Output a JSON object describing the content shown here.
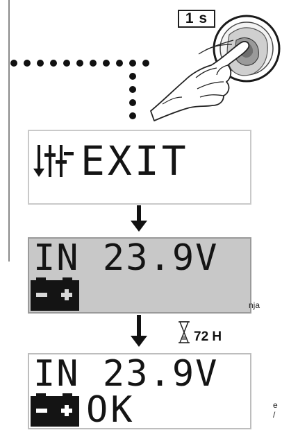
{
  "step_badge": "1 s",
  "screens": {
    "exit": {
      "text": "EXIT",
      "icon": "adjust-sliders-icon"
    },
    "input": {
      "text": "IN 23.9V",
      "icon": "battery-icon",
      "backlight": "on"
    },
    "status": {
      "text": "IN 23.9V",
      "status": "OK",
      "icon": "battery-icon",
      "backlight": "off"
    }
  },
  "timer": {
    "label": "72 H",
    "icon": "hourglass-icon"
  },
  "side_text": {
    "a": "nja",
    "b": "e /"
  },
  "colors": {
    "lcd_lit": "#c8c8c8",
    "lcd_off": "#ffffff",
    "ink": "#141414"
  }
}
